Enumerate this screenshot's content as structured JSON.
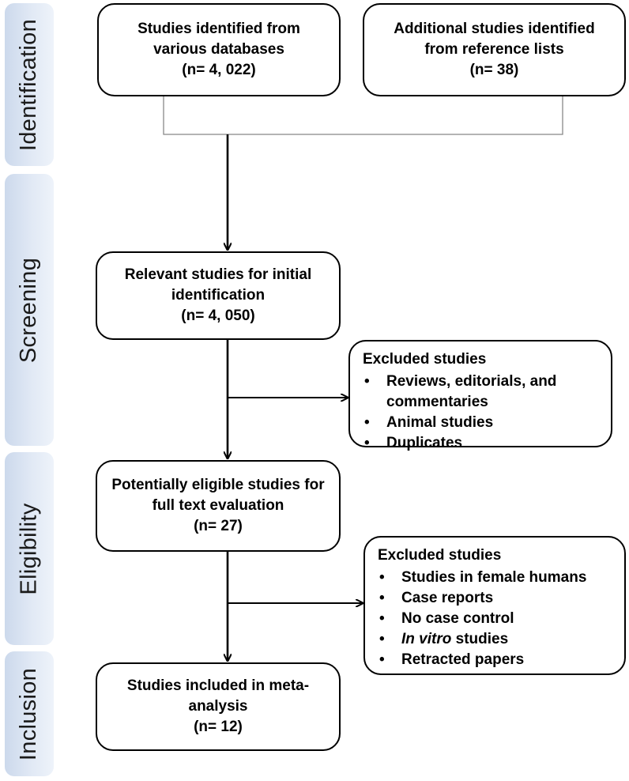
{
  "phases": {
    "identification": "Identification",
    "screening": "Screening",
    "eligibility": "Eligibility",
    "inclusion": "Inclusion"
  },
  "boxes": {
    "databases": {
      "line1": "Studies identified from",
      "line2": "various databases",
      "count": "(n= 4, 022)"
    },
    "references": {
      "line1": "Additional studies identified",
      "line2": "from reference lists",
      "count": "(n=  38)"
    },
    "initial": {
      "line1": "Relevant studies for initial",
      "line2": "identification",
      "count": "(n= 4, 050)"
    },
    "eligible": {
      "line1": "Potentially eligible studies for",
      "line2": "full text evaluation",
      "count": "(n=  27)"
    },
    "included": {
      "line1": "Studies included in meta-",
      "line2": "analysis",
      "count": "(n= 12)"
    }
  },
  "excluded_screening": {
    "title": "Excluded studies",
    "items": [
      "Reviews, editorials, and commentaries",
      "Animal studies",
      "Duplicates"
    ]
  },
  "excluded_eligibility": {
    "title": "Excluded studies",
    "items": [
      "Studies in female humans",
      "Case reports",
      "No case control",
      "studies",
      "Retracted papers"
    ],
    "in_vitro": "In vitro"
  }
}
